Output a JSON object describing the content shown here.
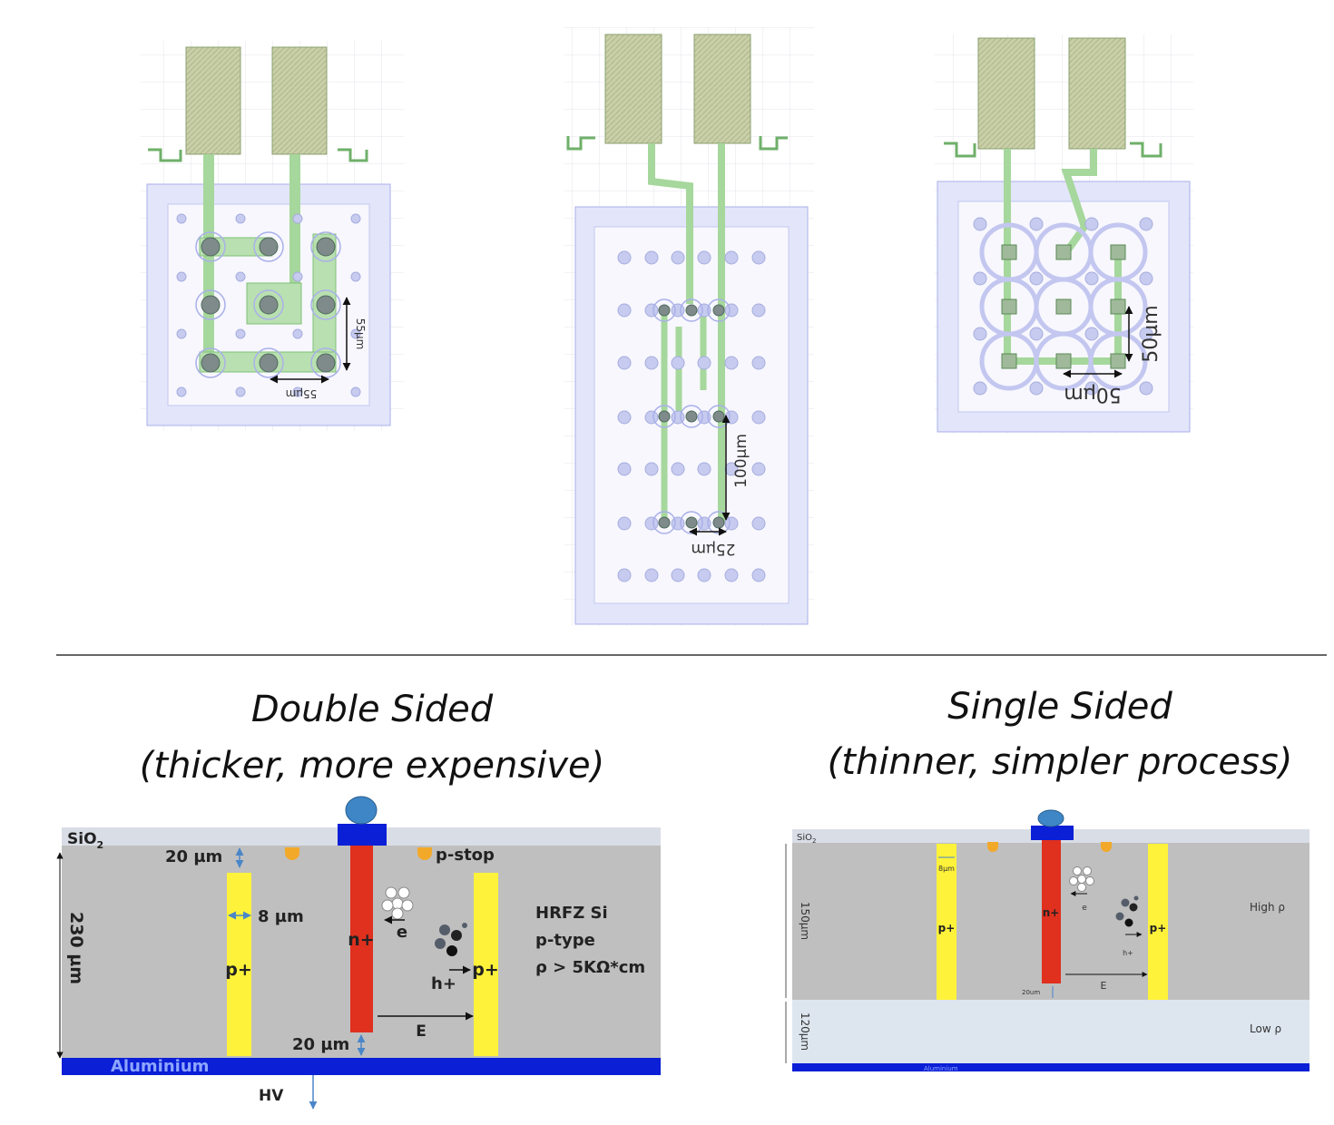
{
  "layouts": {
    "left": {
      "dim_vertical": "55µm",
      "dim_horizontal": "55µm"
    },
    "middle": {
      "dim_vertical": "100µm",
      "dim_horizontal": "25µm"
    },
    "right": {
      "dim_vertical": "50µm",
      "dim_horizontal": "50µm"
    }
  },
  "double_sided": {
    "title": "Double Sided",
    "subtitle": "(thicker, more expensive)",
    "sio2_label": "SiO",
    "sio2_sub": "2",
    "thickness": "230 µm",
    "top_gap": "20 µm",
    "width": "8 µm",
    "pstop": "p-stop",
    "p_plus_left": "p+",
    "p_plus_right": "p+",
    "n_plus": "n+",
    "electron": "e",
    "hole": "h+",
    "field": "E",
    "bottom_gap": "20 µm",
    "material": [
      "HRFZ  Si",
      "p-type",
      "ρ > 5KΩ*cm"
    ],
    "aluminium": "Aluminium",
    "hv": "HV"
  },
  "single_sided": {
    "title": "Single Sided",
    "subtitle": "(thinner, simpler process)",
    "sio2_label": "SiO",
    "sio2_sub": "2",
    "width": "8µm",
    "thickness_high": "150µm",
    "thickness_low": "120µm",
    "p_plus_left": "p+",
    "p_plus_right": "p+",
    "n_plus": "n+",
    "electron": "e",
    "hole": "h+",
    "field": "E",
    "bottom_gap": "20um",
    "high_rho": "High ρ",
    "low_rho": "Low ρ",
    "aluminium": "Aluminium"
  },
  "colors": {
    "substrate": "#bfbfbf",
    "oxide": "#d9dde6",
    "aluminium": "#0a1fd6",
    "n_plus": "#e0301e",
    "p_plus": "#fff23a",
    "pstop": "#f2a92a",
    "low_rho": "#dde6ef",
    "metal_pad": "#c7cfa8",
    "trace": "#b9e0b0",
    "implant": "#d7d9f5"
  }
}
